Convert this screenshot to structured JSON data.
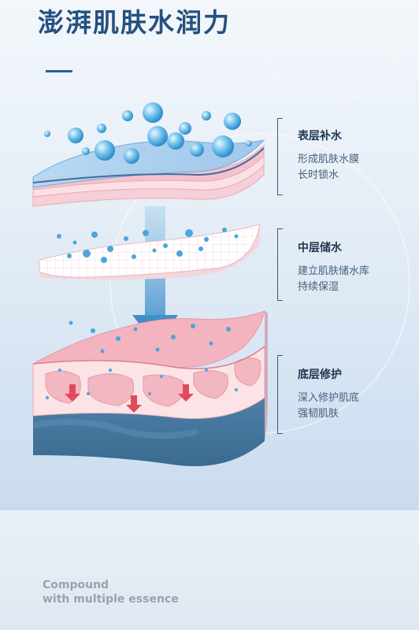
{
  "header": {
    "title": "澎湃肌肤水润力"
  },
  "layers": [
    {
      "title": "表层补水",
      "lines": [
        "形成肌肤水膜",
        "长时锁水"
      ]
    },
    {
      "title": "中层储水",
      "lines": [
        "建立肌肤储水库",
        "持续保湿"
      ]
    },
    {
      "title": "底层修护",
      "lines": [
        "深入修护肌底",
        "强韧肌肤"
      ]
    }
  ],
  "footer": {
    "line1": "Compound",
    "line2": "with multiple essence"
  },
  "colors": {
    "title": "#24517f",
    "accent_blue": "#3f8fcb",
    "skin_pink": "#f5c9d0",
    "deep_blue": "#3f6f94"
  }
}
